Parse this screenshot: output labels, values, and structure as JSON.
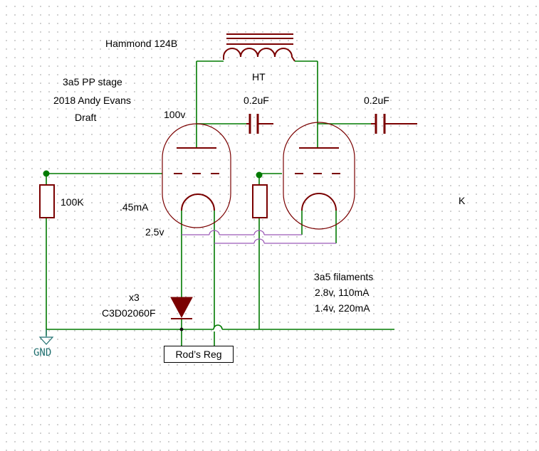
{
  "labels": {
    "transformer": "Hammond 124B",
    "title": "3a5 PP stage",
    "author": "2018 Andy Evans",
    "status": "Draft",
    "ht": "HT",
    "voltage_plate": "100v",
    "cap_left": "0.2uF",
    "cap_right": "0.2uF",
    "resistor": "100K",
    "current": ".45mA",
    "bias_voltage": "2.5v",
    "k": "K",
    "diode_count": "x3",
    "diode_part": "C3D02060F",
    "filaments_title": "3a5 filaments",
    "filaments_line1": "2.8v, 110mA",
    "filaments_line2": "1.4v, 220mA",
    "regulator": "Rod’s Reg",
    "ground": "GND"
  },
  "colors": {
    "wire": "#007a00",
    "component": "#7a0000",
    "filament_wire": "#9b59b6",
    "junction": "#007a00",
    "ground_text": "#1f6f6f"
  }
}
